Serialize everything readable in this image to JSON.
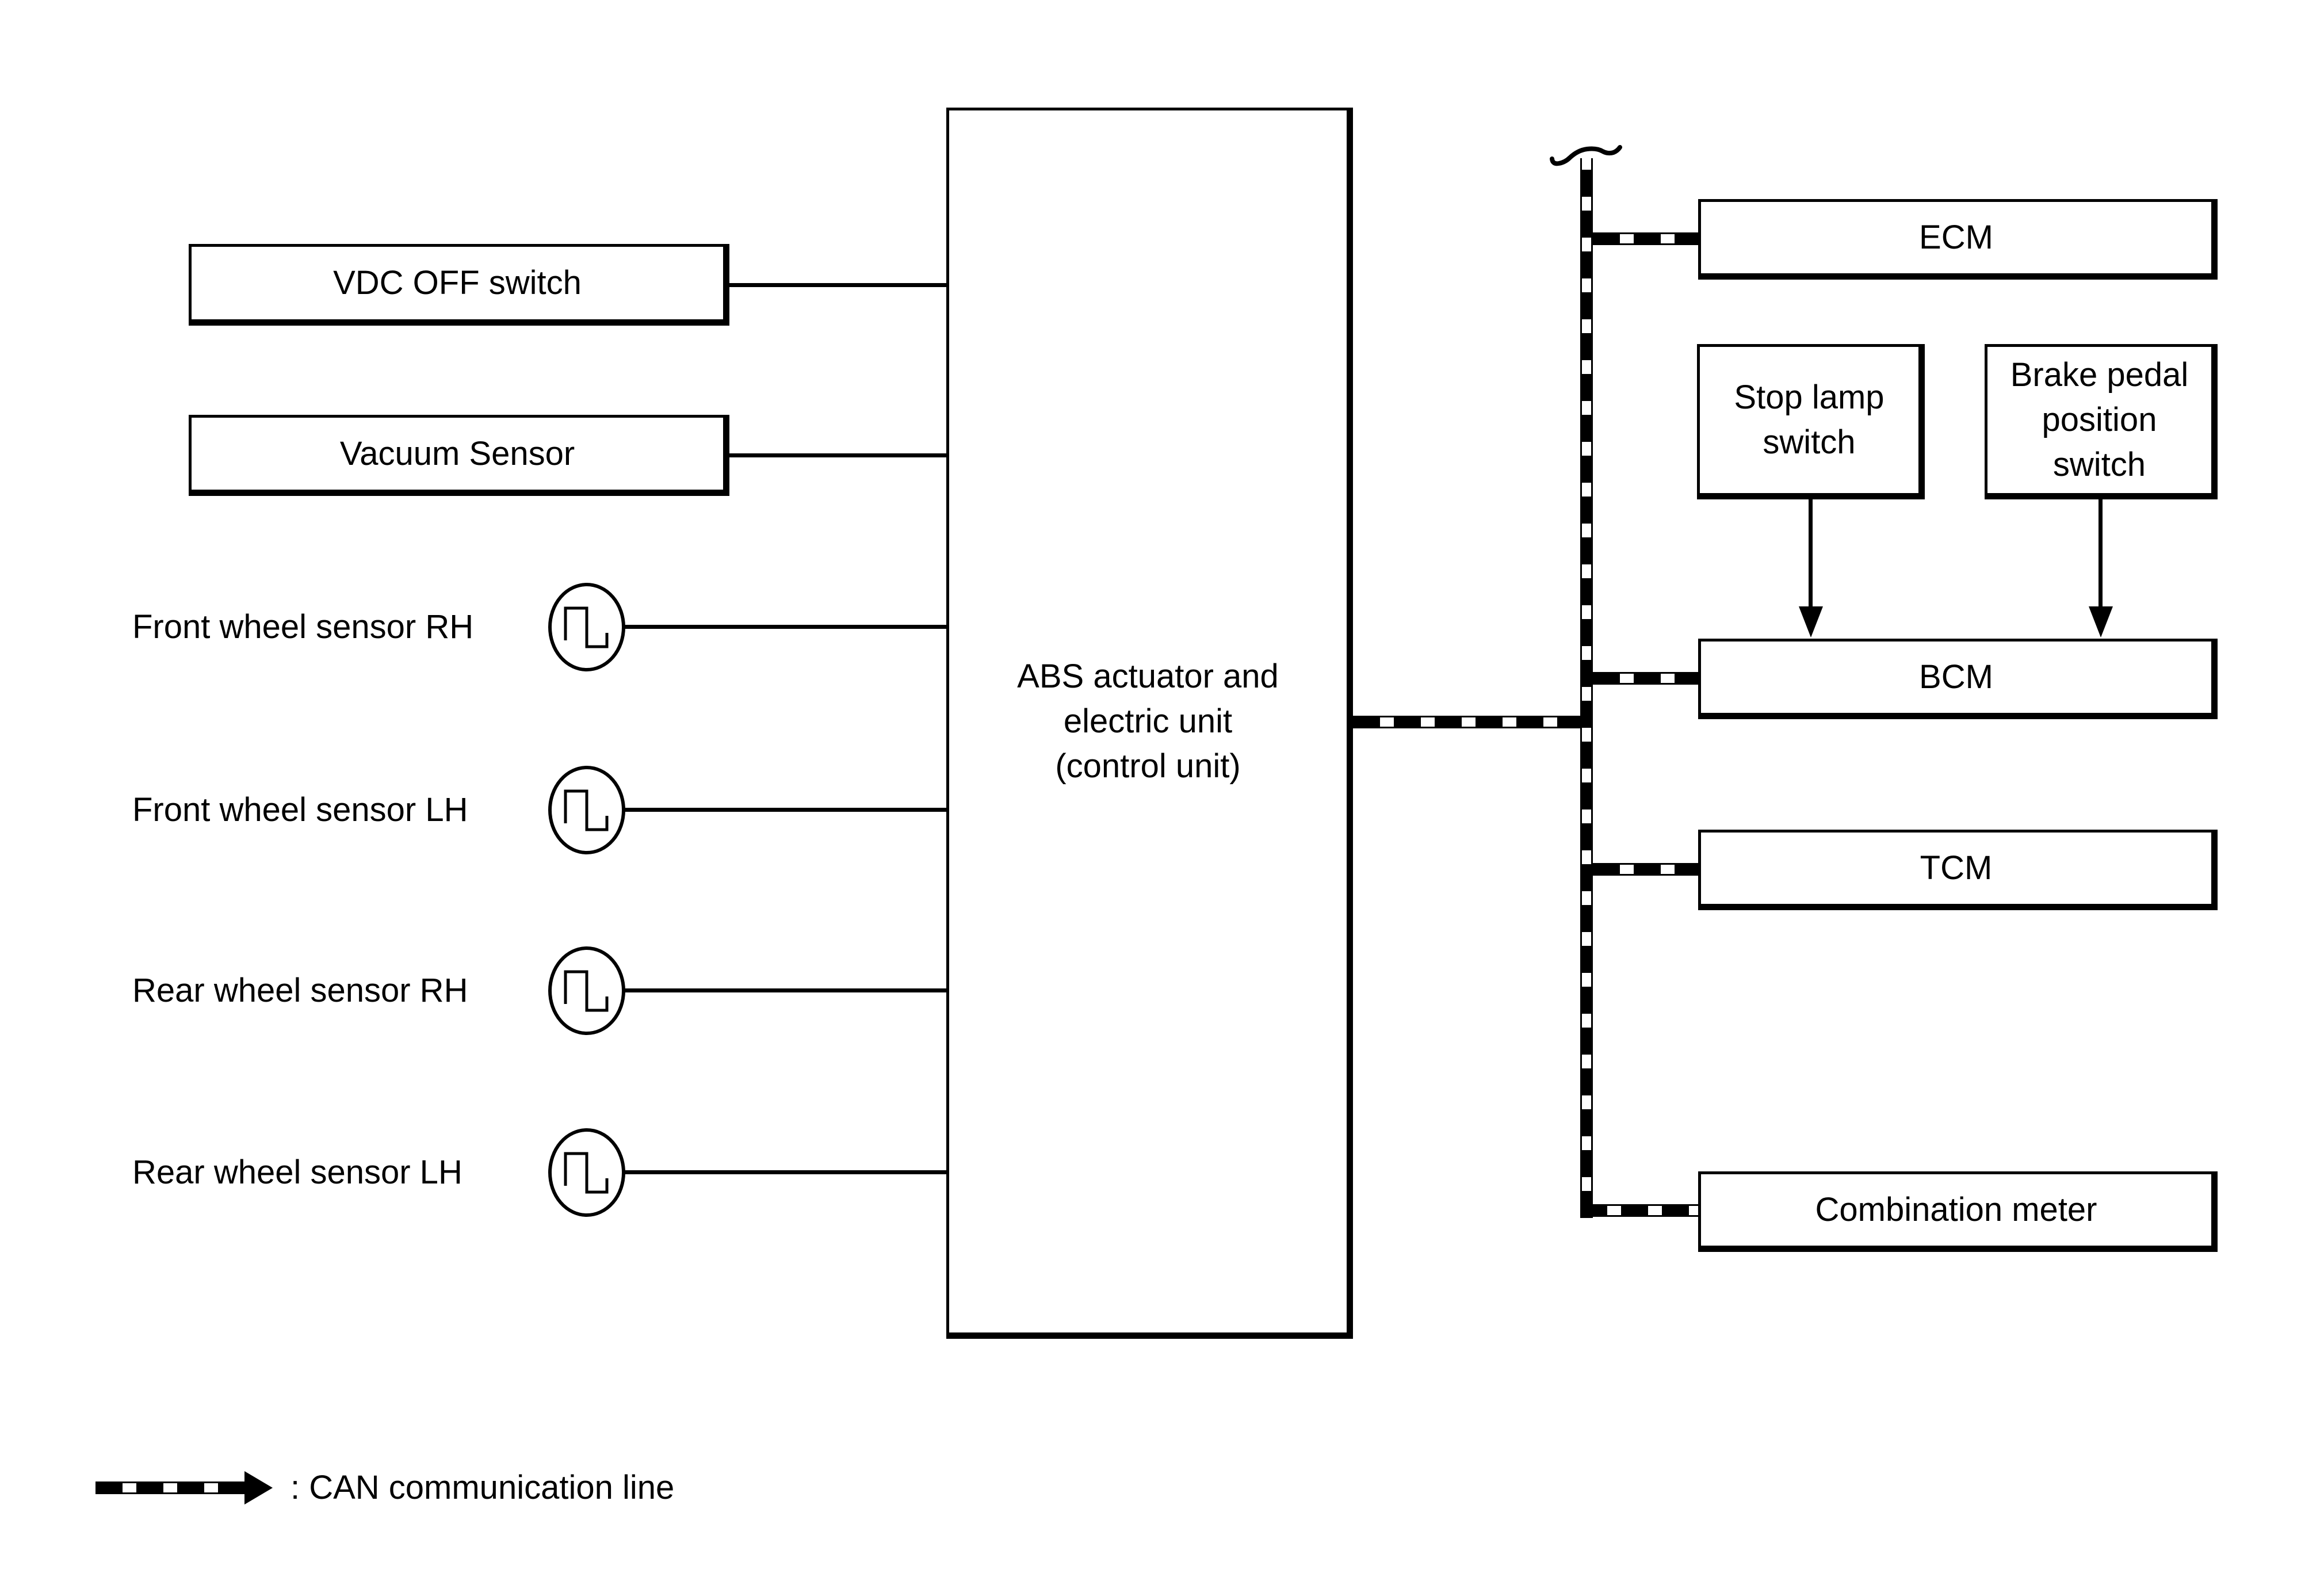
{
  "colors": {
    "ink": "#000000",
    "paper": "#ffffff"
  },
  "left_inputs": {
    "vdc": {
      "label": "VDC OFF switch"
    },
    "vacuum": {
      "label": "Vacuum Sensor"
    },
    "sensors": [
      {
        "label": "Front wheel sensor RH"
      },
      {
        "label": "Front wheel sensor LH"
      },
      {
        "label": "Rear wheel sensor RH"
      },
      {
        "label": "Rear wheel sensor LH"
      }
    ]
  },
  "central_unit": {
    "line1": "ABS actuator and",
    "line2": "electric unit",
    "line3": "(control unit)"
  },
  "right_modules": {
    "ecm": {
      "label": "ECM"
    },
    "stop_lamp": {
      "line1": "Stop lamp",
      "line2": "switch"
    },
    "brake_pedal": {
      "line1": "Brake pedal",
      "line2": "position",
      "line3": "switch"
    },
    "bcm": {
      "label": "BCM"
    },
    "tcm": {
      "label": "TCM"
    },
    "combination_meter": {
      "label": "Combination meter"
    }
  },
  "legend": {
    "label": ": CAN communication line"
  }
}
